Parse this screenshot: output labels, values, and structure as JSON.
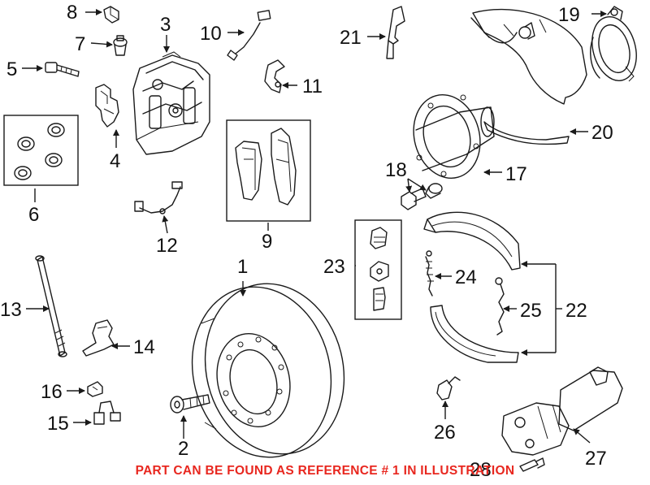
{
  "colors": {
    "line": "#1a1a1a",
    "caption": "#e8271f",
    "background": "#ffffff"
  },
  "diagram": {
    "callouts": {
      "c1": "1",
      "c2": "2",
      "c3": "3",
      "c4": "4",
      "c5": "5",
      "c6": "6",
      "c7": "7",
      "c8": "8",
      "c9": "9",
      "c10": "10",
      "c11": "11",
      "c12": "12",
      "c13": "13",
      "c14": "14",
      "c15": "15",
      "c16": "16",
      "c17": "17",
      "c18": "18",
      "c19": "19",
      "c20": "20",
      "c21": "21",
      "c22": "22",
      "c23": "23",
      "c24": "24",
      "c25": "25",
      "c26": "26",
      "c27": "27",
      "c28": "28"
    },
    "caption": "PART CAN BE FOUND AS REFERENCE # 1 IN ILLUSTRATION"
  }
}
